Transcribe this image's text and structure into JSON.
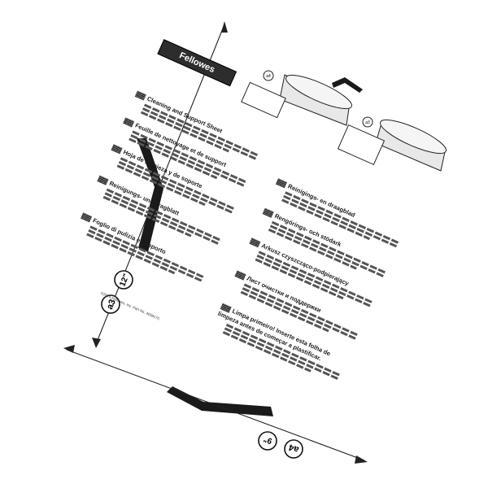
{
  "brand": {
    "logo_text": "Fellowes"
  },
  "size_marks": {
    "a3": "a3",
    "size_12": "12\"",
    "a4": "a4",
    "size_9": "9\""
  },
  "panel_markers": {
    "left_badge": "a4",
    "right_badge": "a3"
  },
  "sections": [
    {
      "key": "en",
      "heading": "Cleaning and Support Sheet"
    },
    {
      "key": "fr",
      "heading": "Feuille de nettoyage et de support"
    },
    {
      "key": "es",
      "heading": "Hoja de limpieza y de soporte"
    },
    {
      "key": "de",
      "heading": "Reinigungs- und Tragblatt"
    },
    {
      "key": "it",
      "heading": "Foglio di pulizia e supporto"
    },
    {
      "key": "nl",
      "heading": "Reinigings- en draagblad"
    },
    {
      "key": "sv",
      "heading": "Rengörings- och stödark"
    },
    {
      "key": "pl",
      "heading": "Arkusz czyszcząco-podpierający"
    },
    {
      "key": "ru",
      "heading": "Лист очистки и поддержки"
    },
    {
      "key": "pt",
      "heading": "Limpa primeiro! Inserte esta folha de limpeza antes de começar a plastificar."
    }
  ],
  "footer": {
    "copyright": "©2014 Fellowes, Inc. Part No. 405817C"
  }
}
